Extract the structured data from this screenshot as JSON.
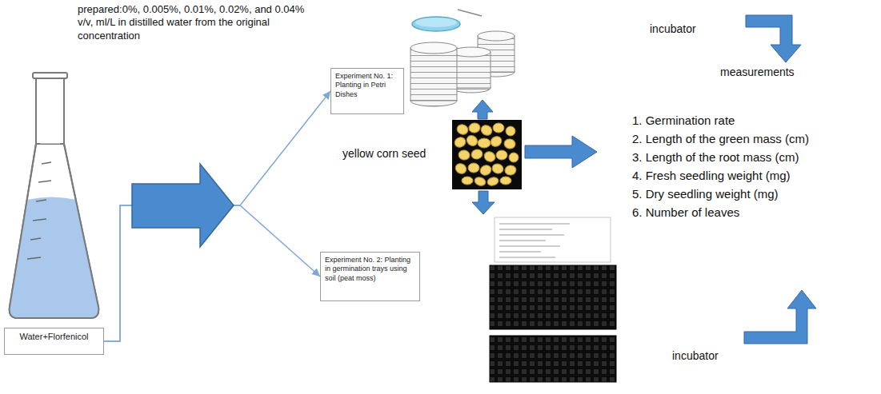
{
  "diagram": {
    "nodes": [
      {
        "text": [
          "Water+Florfenicol"
        ]
      },
      {
        "text": [
          "Experiment No. 1: Planting in Petri Dishes"
        ]
      },
      {
        "text": [
          "Experiment No. 2: Planting in germination trays using soil (peat moss)"
        ]
      }
    ],
    "edges": [
      {
        "from": 0,
        "to": 1,
        "arrow": "to"
      },
      {
        "from": 0,
        "to": 2,
        "arrow": "to"
      }
    ],
    "labels": [
      "prepared:0%, 0.005%, 0.01%, 0.02%, and 0.04% v/v, ml/L in distilled water from the original concentration",
      "yellow corn seed",
      "incubator",
      "measurements",
      "1. Germination rate",
      "2. Length of the green mass (cm)",
      "3. Length of the root mass (cm)",
      "4. Fresh seedling weight (mg)",
      "5. Dry seedling weight (mg)",
      "6. Number of leaves",
      "incubator"
    ]
  }
}
